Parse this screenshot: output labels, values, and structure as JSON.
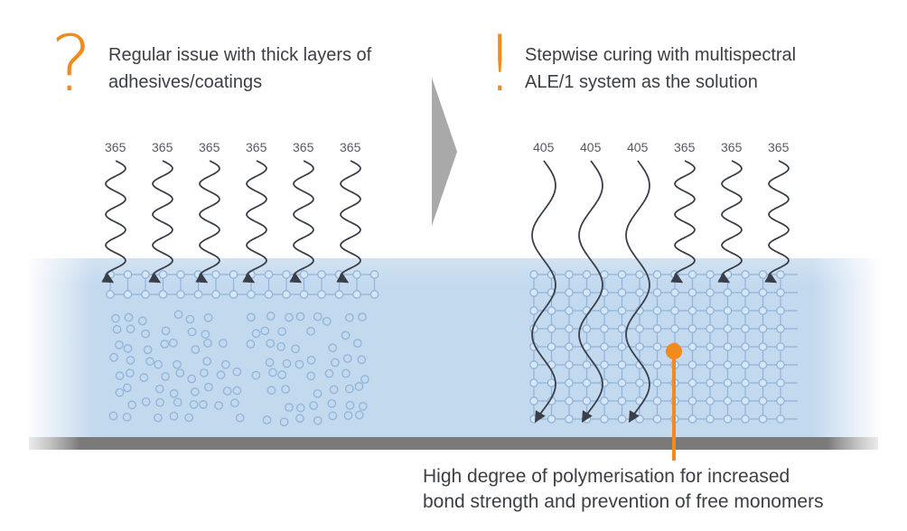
{
  "left": {
    "glyph": "?",
    "caption_lines": [
      "Regular issue with thick layers of",
      "adhesives/coatings"
    ],
    "wavelengths": [
      "365",
      "365",
      "365",
      "365",
      "365",
      "365"
    ]
  },
  "right": {
    "glyph": "!",
    "caption_lines": [
      "Stepwise curing with multispectral",
      "ALE/1 system as the solution"
    ],
    "wavelengths": [
      "405",
      "405",
      "405",
      "365",
      "365",
      "365"
    ]
  },
  "bottom_caption_lines": [
    "High degree of polymerisation for increased",
    "bond strength and prevention of free monomers"
  ],
  "colors": {
    "accent": "#f28a1e",
    "text": "#3b3f45",
    "layer": "#c3d9ee",
    "network": "#8fb4dc",
    "wave": "#3a3f4a",
    "substrate": "#7a7a7a",
    "arrow": "#a9a9a9"
  },
  "icons": [
    "question-mark-icon",
    "exclamation-mark-icon",
    "right-arrow-icon",
    "orange-pointer-icon"
  ]
}
